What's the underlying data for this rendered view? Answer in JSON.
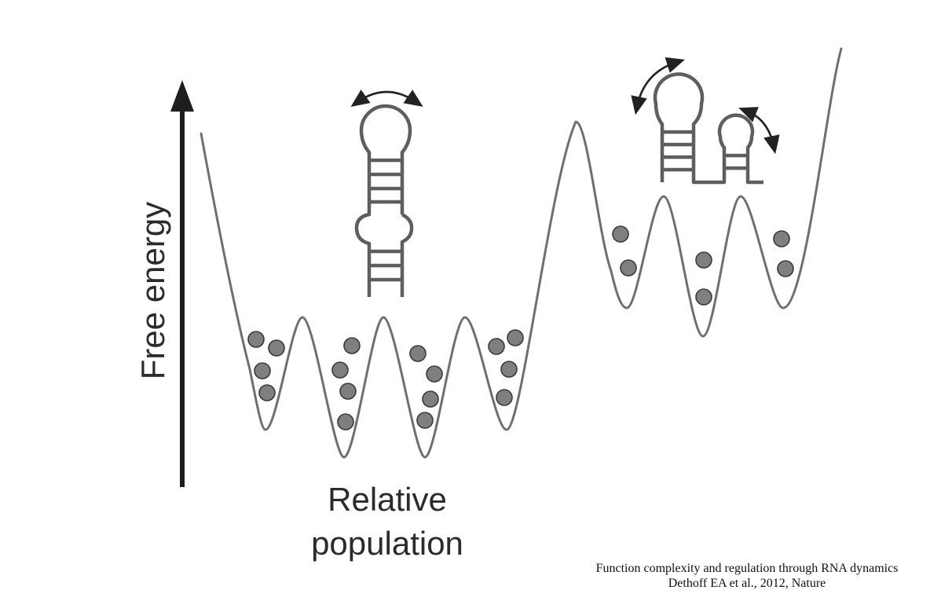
{
  "axis": {
    "y_label": "Free energy",
    "x_label_line1": "Relative",
    "x_label_line2": "population"
  },
  "citation": {
    "line1": "Function complexity and regulation through RNA dynamics",
    "line2": "Dethoff EA et al., 2012, Nature"
  },
  "landscape": {
    "left_basin_wells": 4,
    "right_basin_wells": 3,
    "particles_per_well": [
      4,
      4,
      4,
      4,
      2,
      2,
      2
    ]
  },
  "colors": {
    "curve": "#6f6f6f",
    "particle_fill": "#7f7f7f",
    "rna": "#5e5e5e",
    "axis": "#1e1e1e"
  }
}
